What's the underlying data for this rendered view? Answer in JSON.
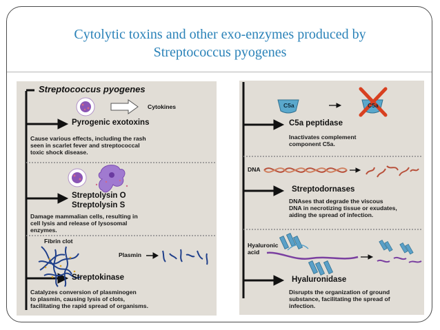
{
  "slide": {
    "title_line1": "Cytolytic toxins and other exo-enzymes produced by",
    "title_line2": "Streptococcus pyogenes"
  },
  "left": {
    "organism": "Streptococcus pyogenes",
    "cytokines_label": "Cytokines",
    "pyrogenic_title": "Pyrogenic exotoxins",
    "pyrogenic_desc": [
      "Cause various effects, including the rash",
      "seen in scarlet fever and streptococcal",
      "toxic shock disease."
    ],
    "streptolysin_o": "Streptolysin O",
    "streptolysin_s": "Streptolysin S",
    "streptolysin_desc": [
      "Damage mammalian cells, resulting in",
      "cell lysis and release of lysosomal",
      "enzymes."
    ],
    "fibrin_clot_label": "Fibrin clot",
    "plasmin_label": "Plasmin",
    "streptokinase_title": "Streptokinase",
    "streptokinase_desc": [
      "Catalyzes conversion of plasminogen",
      "to plasmin, causing lysis of clots,",
      "facilitating the rapid spread of organisms."
    ]
  },
  "right": {
    "c5a_label": "C5a",
    "c5a_cleaved_label": "C5a",
    "peptidase_title": "C5a peptidase",
    "peptidase_desc": [
      "Inactivates complement",
      "component C5a."
    ],
    "dna_label": "DNA",
    "dornase_title": "Streptodornases",
    "dornase_desc": [
      "DNAses that degrade the viscous",
      "DNA in necrotizing tissue or exudates,",
      "aiding the spread of infection."
    ],
    "hyaluronic_label_1": "Hyaluronic",
    "hyaluronic_label_2": "acid",
    "hyaluronidase_title": "Hyaluronidase",
    "hyaluronidase_desc": [
      "Disrupts the organization of ground",
      "substance, facilitating the spread of",
      "infection."
    ]
  },
  "colors": {
    "title": "#2a82b8",
    "panel": "#e1ddd6",
    "cell_purple": "#8a55b5",
    "c5a_blue": "#5aa8cc",
    "cross_red": "#d84020",
    "dna_red": "#b8503a",
    "fibrin_blue": "#1f3f8a",
    "hyaluronic_blue": "#5aa0c8",
    "fragment_purple": "#7a3fa0"
  }
}
